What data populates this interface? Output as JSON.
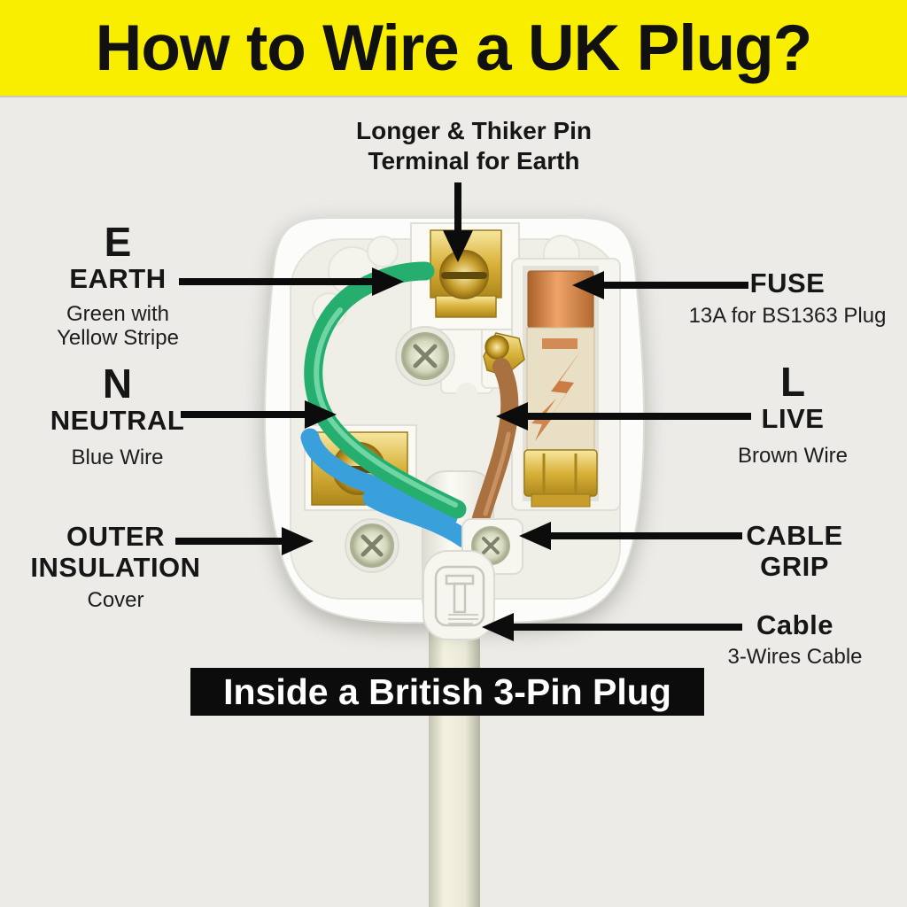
{
  "title": "How to Wire a UK Plug?",
  "bottom_banner": "Inside a British 3-Pin Plug",
  "labels": {
    "earth_pin": {
      "line1": "Longer & Thiker Pin",
      "line2": "Terminal for Earth"
    },
    "earth": {
      "letter": "E",
      "name": "EARTH",
      "desc1": "Green with",
      "desc2": "Yellow Stripe"
    },
    "neutral": {
      "letter": "N",
      "name": "NEUTRAL",
      "desc1": "Blue Wire"
    },
    "outer_insulation": {
      "name1": "OUTER",
      "name2": "INSULATION",
      "desc1": "Cover"
    },
    "fuse": {
      "name": "FUSE",
      "desc1": "13A for BS1363 Plug"
    },
    "live": {
      "letter": "L",
      "name": "LIVE",
      "desc1": "Brown Wire"
    },
    "cable_grip": {
      "name1": "CABLE",
      "name2": "GRIP"
    },
    "cable": {
      "name": "Cable",
      "desc1": "3-Wires Cable"
    }
  },
  "colors": {
    "page_bg": "#ECEBE8",
    "title_bg": "#F9EE00",
    "title_text": "#111111",
    "label_text": "#161616",
    "arrow": "#0C0C0C",
    "banner_bg": "#0C0C0C",
    "banner_text": "#FFFFFF",
    "wire_earth_green": "#25AE6E",
    "wire_neutral_blue": "#3AA0DC",
    "wire_live_brown": "#A9713F",
    "brass": "#D9B23A",
    "copper": "#C97B3F",
    "plug_body": "#FCFCFA"
  }
}
